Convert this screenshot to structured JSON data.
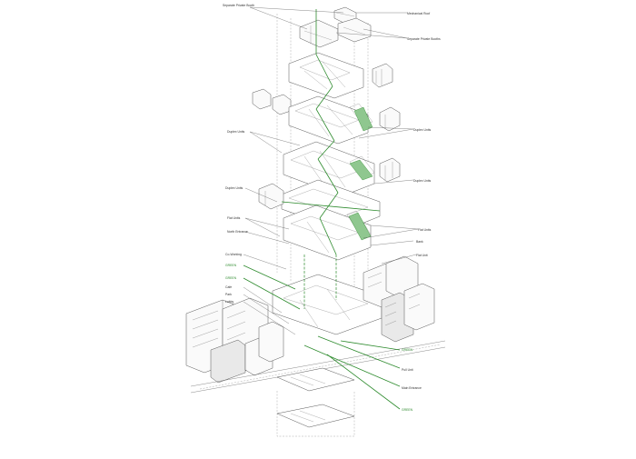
{
  "labels": {
    "separate_private_booth_top": "Separate Private Booth",
    "mechanical_roof": "Mechanical Roof",
    "separate_private_booths": "Separate Private Booths",
    "duplex_units_1": "Duplex Units",
    "duplex_units_2": "Duplex Units",
    "duplex_units_3": "Duplex Units",
    "duplex_units_4": "Duplex Units",
    "flat_units_left": "Flat Units",
    "flat_units_right": "Flat Units",
    "north_entrance": "North Entrance",
    "bank": "Bank",
    "co_working": "Co-Working",
    "flat_unit": "Flat Unit",
    "green_1": "GREEN",
    "green_2": "GREEN",
    "cafe": "Cafe",
    "park": "Park",
    "lobby": "Lobby",
    "green_3": "GREEN",
    "pull_unit": "Pull Unit",
    "main_entrance": "Main Entrance",
    "green_4": "GREEN"
  },
  "colors": {
    "accent_green": "#2e8b2e",
    "line": "#444444",
    "background": "#ffffff"
  }
}
